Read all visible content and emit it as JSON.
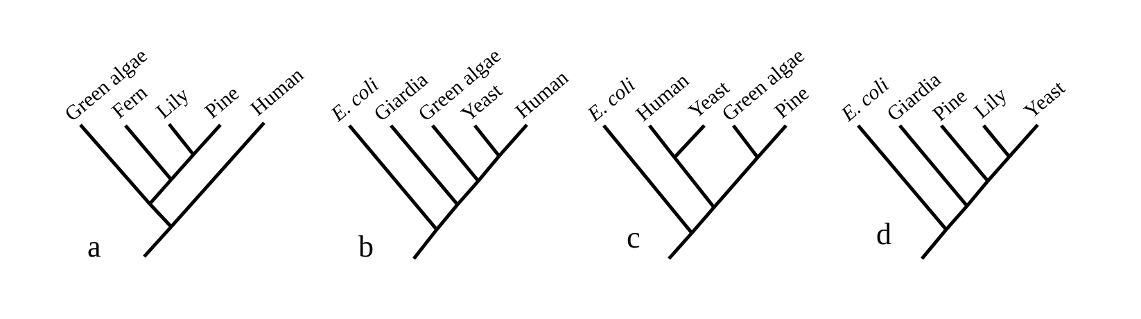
{
  "figure": {
    "line_color": "#000000",
    "background": "#ffffff",
    "trees": [
      {
        "id": "a",
        "panel_label": "a",
        "taxa": [
          {
            "name": "Green algae",
            "italic": false
          },
          {
            "name": "Fern",
            "italic": false
          },
          {
            "name": "Lily",
            "italic": false
          },
          {
            "name": "Pine",
            "italic": false
          },
          {
            "name": "Human",
            "italic": false
          }
        ],
        "topology": "((Green algae,(Fern,(Lily,Pine))),Human)"
      },
      {
        "id": "b",
        "panel_label": "b",
        "taxa": [
          {
            "name": "E. coli",
            "italic": true
          },
          {
            "name": "Giardia",
            "italic": false
          },
          {
            "name": "Green algae",
            "italic": false
          },
          {
            "name": "Yeast",
            "italic": false
          },
          {
            "name": "Human",
            "italic": false
          }
        ],
        "topology": "(E. coli,(Giardia,(Green algae,(Yeast,Human))))"
      },
      {
        "id": "c",
        "panel_label": "c",
        "taxa": [
          {
            "name": "E. coli",
            "italic": true
          },
          {
            "name": "Human",
            "italic": false
          },
          {
            "name": "Yeast",
            "italic": false
          },
          {
            "name": "Green algae",
            "italic": false
          },
          {
            "name": "Pine",
            "italic": false
          }
        ],
        "topology": "(E. coli,((Human,Yeast),(Green algae,Pine)))"
      },
      {
        "id": "d",
        "panel_label": "d",
        "taxa": [
          {
            "name": "E. coli",
            "italic": true
          },
          {
            "name": "Giardia",
            "italic": false
          },
          {
            "name": "Pine",
            "italic": false
          },
          {
            "name": "Lily",
            "italic": false
          },
          {
            "name": "Yeast",
            "italic": false
          }
        ],
        "topology": "(E. coli,(Giardia,(Pine,(Lily,Yeast))))"
      }
    ]
  }
}
